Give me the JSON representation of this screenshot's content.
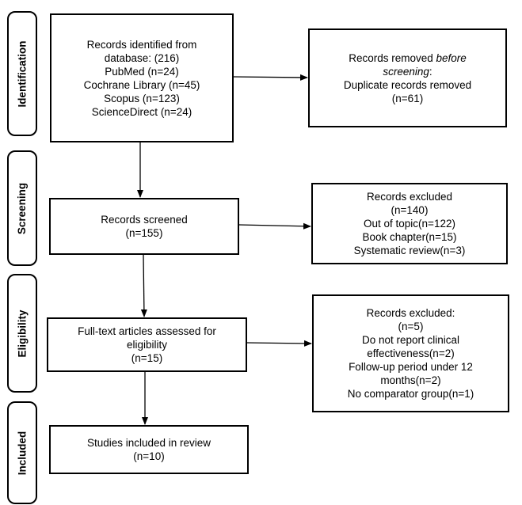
{
  "stages": {
    "identification": "Identification",
    "screening": "Screening",
    "eligibility": "Eligibility",
    "included": "Included"
  },
  "identified": {
    "line1": "Records identified from",
    "line2": "database: (216)",
    "line3": "PubMed (n=24)",
    "line4": "Cochrane Library (n=45)",
    "line5": "Scopus (n=123)",
    "line6": "ScienceDirect (n=24)"
  },
  "removed": {
    "prefix": "Records removed ",
    "italic1": "before",
    "italic2": "screening",
    "colon": ":",
    "line3": "Duplicate records removed",
    "line4": "(n=61)"
  },
  "screened": {
    "line1": "Records screened",
    "line2": "(n=155)"
  },
  "excluded1": {
    "line1": "Records excluded",
    "line2": "(n=140)",
    "line3": "Out of topic(n=122)",
    "line4": "Book chapter(n=15)",
    "line5": "Systematic review(n=3)"
  },
  "fulltext": {
    "line1": "Full-text articles assessed for",
    "line2": "eligibility",
    "line3": "(n=15)"
  },
  "excluded2": {
    "line1": "Records excluded:",
    "line2": "(n=5)",
    "line3": "Do not report clinical",
    "line4": "effectiveness(n=2)",
    "line5": "Follow-up period under 12",
    "line6": "months(n=2)",
    "line7": "No comparator group(n=1)"
  },
  "included": {
    "line1": "Studies included in review",
    "line2": "(n=10)"
  }
}
